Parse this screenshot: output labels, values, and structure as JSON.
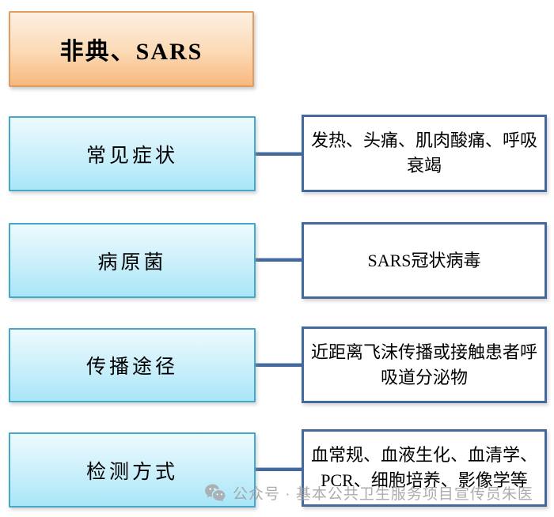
{
  "title": {
    "text": "非典、SARS"
  },
  "rows": [
    {
      "label": "常见症状",
      "description": "发热、头痛、肌肉酸痛、呼吸衰竭"
    },
    {
      "label": "病原菌",
      "description": "SARS冠状病毒"
    },
    {
      "label": "传播途径",
      "description": "近距离飞沫传播或接触患者呼吸道分泌物"
    },
    {
      "label": "检测方式",
      "description": "血常规、血液生化、血清学、PCR、细胞培养、影像学等"
    }
  ],
  "watermark": {
    "text": "公众号 · 基本公共卫生服务项目宣传员朱医"
  },
  "colors": {
    "title_fill_top": "#fdf0e2",
    "title_fill_bottom": "#f8b87e",
    "title_border": "#df9d64",
    "category_fill_top": "#edfafe",
    "category_fill_bottom": "#a9e6f8",
    "category_border": "#45a8c8",
    "description_border": "#44699d",
    "connector": "#44699d",
    "watermark_gray": "#9e9e9e",
    "text": "#000000",
    "background": "#ffffff"
  }
}
